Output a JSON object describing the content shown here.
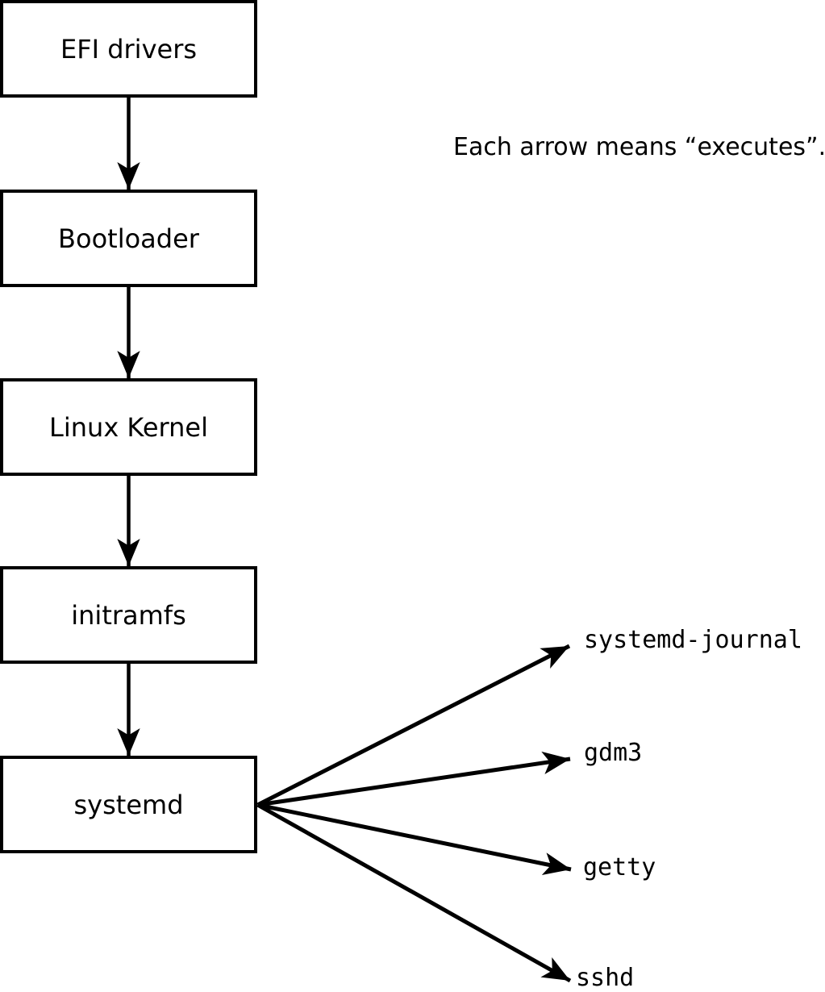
{
  "caption": "Each arrow means “executes”.",
  "diagram": {
    "chain": [
      {
        "label": "EFI drivers"
      },
      {
        "label": "Bootloader"
      },
      {
        "label": "Linux Kernel"
      },
      {
        "label": "initramfs"
      },
      {
        "label": "systemd"
      }
    ],
    "spawned": [
      {
        "label": "systemd-journal"
      },
      {
        "label": "gdm3"
      },
      {
        "label": "getty"
      },
      {
        "label": "sshd"
      }
    ]
  },
  "colors": {
    "background": "#ffffff",
    "box_fill": "#ffffff",
    "line": "#000000",
    "text": "#000000"
  }
}
